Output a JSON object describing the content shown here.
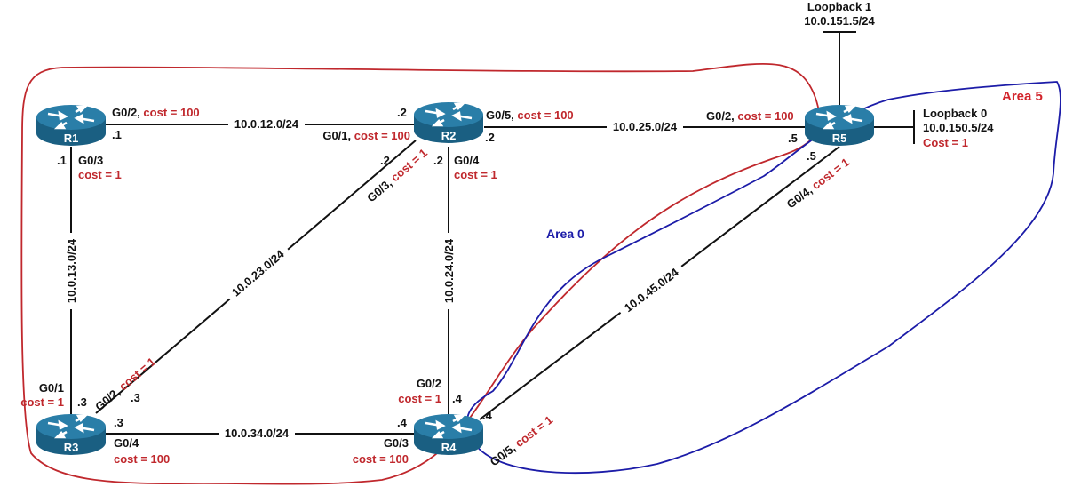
{
  "colors": {
    "router": "#1f6f96",
    "cost": "#c0282d",
    "area0_outline": "#1c1ca8",
    "area0_curve": "#c0282d",
    "area5_curve": "#1c1ca8"
  },
  "routers": {
    "r1": "R1",
    "r2": "R2",
    "r3": "R3",
    "r4": "R4",
    "r5": "R5"
  },
  "areas": {
    "area0": "Area 0",
    "area5": "Area 5"
  },
  "subnets": {
    "r1r2": "10.0.12.0/24",
    "r2r5": "10.0.25.0/24",
    "r1r3": "10.0.13.0/24",
    "r2r3": "10.0.23.0/24",
    "r2r4": "10.0.24.0/24",
    "r3r4": "10.0.34.0/24",
    "r4r5": "10.0.45.0/24"
  },
  "interfaces": {
    "r1_g02": {
      "iface": "G0/2, ",
      "cost": "cost = 100",
      "ip": ".1"
    },
    "r1_g03": {
      "iface": "G0/3",
      "cost": "cost = 1",
      "ip": ".1"
    },
    "r2_g01": {
      "iface": "G0/1, ",
      "cost": "cost = 100",
      "ip": ".2"
    },
    "r2_g05": {
      "iface": "G0/5, ",
      "cost": "cost = 100",
      "ip": ".2"
    },
    "r2_g03": {
      "iface": "G0/3, ",
      "cost": "cost = 1",
      "ip": ".2"
    },
    "r2_g04": {
      "iface": "G0/4",
      "cost": "cost = 1",
      "ip": ".2"
    },
    "r5_g02": {
      "iface": "G0/2, ",
      "cost": "cost = 100",
      "ip": ".5"
    },
    "r5_g04": {
      "iface": "G0/4, ",
      "cost": "cost = 1",
      "ip": ".5"
    },
    "r3_g01": {
      "iface": "G0/1",
      "cost": "cost = 1",
      "ip": ".3"
    },
    "r3_g02": {
      "iface": "G0/2, ",
      "cost": "cost = 1",
      "ip": ".3"
    },
    "r3_g04": {
      "iface": "G0/4",
      "cost": "cost = 100",
      "ip": ".3"
    },
    "r4_g02": {
      "iface": "G0/2",
      "cost": "cost = 1",
      "ip": ".4"
    },
    "r4_g03": {
      "iface": "G0/3",
      "cost": "cost = 100",
      "ip": ".4"
    },
    "r4_g05": {
      "iface": "G0/5, ",
      "cost": "cost = 1",
      "ip": ".4"
    }
  },
  "loopbacks": {
    "lo1": {
      "name": "Loopback 1",
      "ip": "10.0.151.5/24"
    },
    "lo0": {
      "name": "Loopback 0",
      "ip": "10.0.150.5/24",
      "cost": "Cost = 1"
    }
  }
}
